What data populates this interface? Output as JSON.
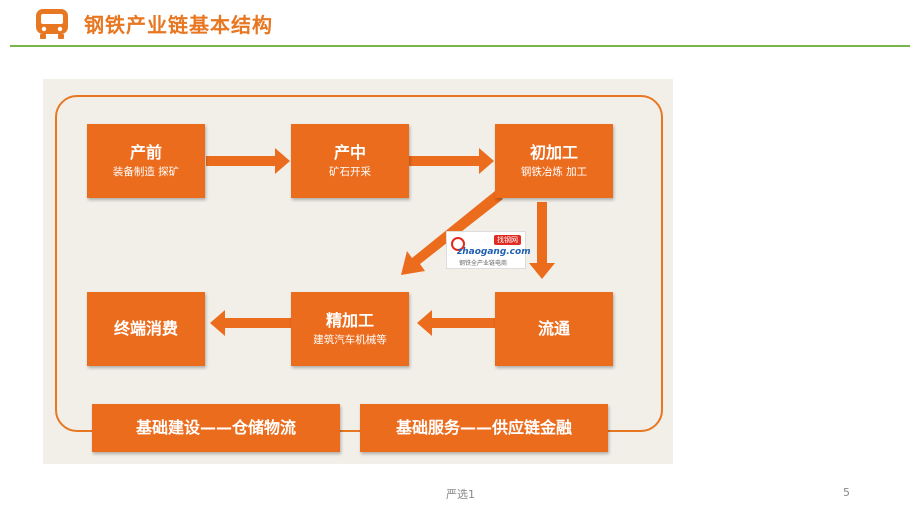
{
  "header": {
    "title": "钢铁产业链基本结构",
    "icon": "bus-icon",
    "accent_color": "#e87722",
    "rule_color": "#79b54a"
  },
  "diagram": {
    "box_color": "#ec6c1e",
    "frame_color": "#e87722",
    "nodes": {
      "pre": {
        "main": "产前",
        "sub": "装备制造 探矿"
      },
      "mid": {
        "main": "产中",
        "sub": "矿石开采"
      },
      "primary": {
        "main": "初加工",
        "sub": "钢铁冶炼 加工"
      },
      "end": {
        "main": "终端消费"
      },
      "fine": {
        "main": "精加工",
        "sub": "建筑汽车机械等"
      },
      "circulation": {
        "main": "流通"
      },
      "infra": {
        "main": "基础建设——仓储物流"
      },
      "services": {
        "main": "基础服务——供应链金融"
      }
    },
    "logo": {
      "tag": "找钢网",
      "url": "zhaogang.com",
      "slogan": "钢铁全产业链电商"
    }
  },
  "footer": {
    "text": "严选1",
    "page_number": "5"
  }
}
